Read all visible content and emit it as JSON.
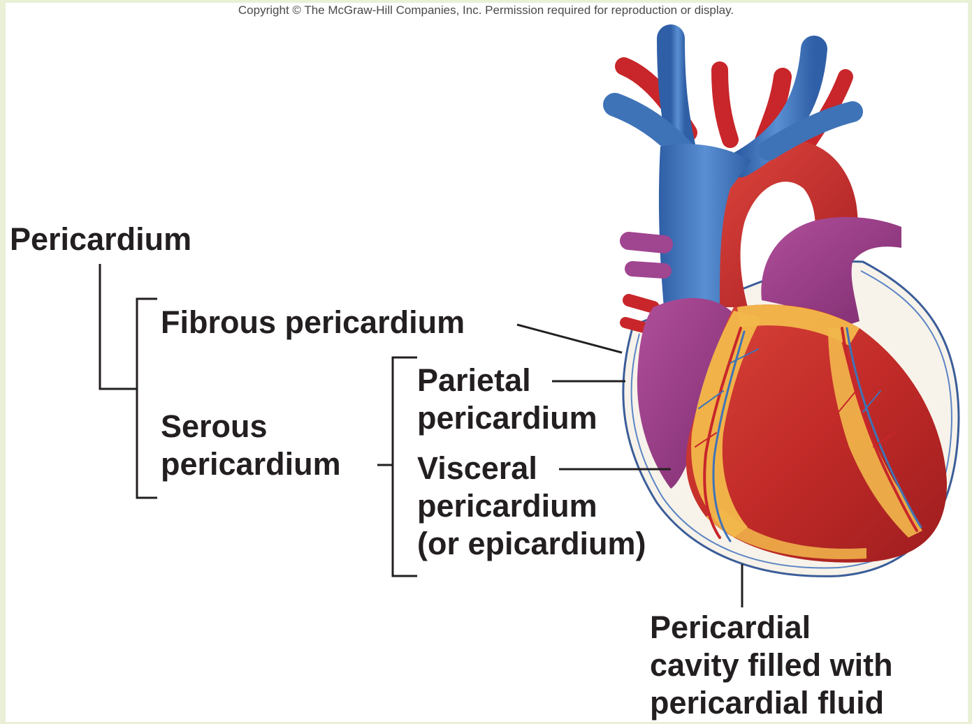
{
  "copyright": "Copyright © The McGraw-Hill Companies, Inc. Permission required for reproduction or display.",
  "labels": {
    "pericardium": "Pericardium",
    "fibrous": "Fibrous pericardium",
    "serous_line1": "Serous",
    "serous_line2": "pericardium",
    "parietal_line1": "Parietal",
    "parietal_line2": "pericardium",
    "visceral_line1": "Visceral",
    "visceral_line2": "pericardium",
    "visceral_line3": "(or epicardium)",
    "cavity_line1": "Pericardial",
    "cavity_line2": "cavity filled with",
    "cavity_line3": "pericardial fluid"
  },
  "colors": {
    "vein_blue": "#3f73b8",
    "artery_red": "#c8262a",
    "pulmonary_purple": "#9a3d86",
    "myocardium": "#c7332d",
    "fat_yellow": "#f2b84b",
    "text": "#231f20",
    "border": "#e9f0d6"
  }
}
